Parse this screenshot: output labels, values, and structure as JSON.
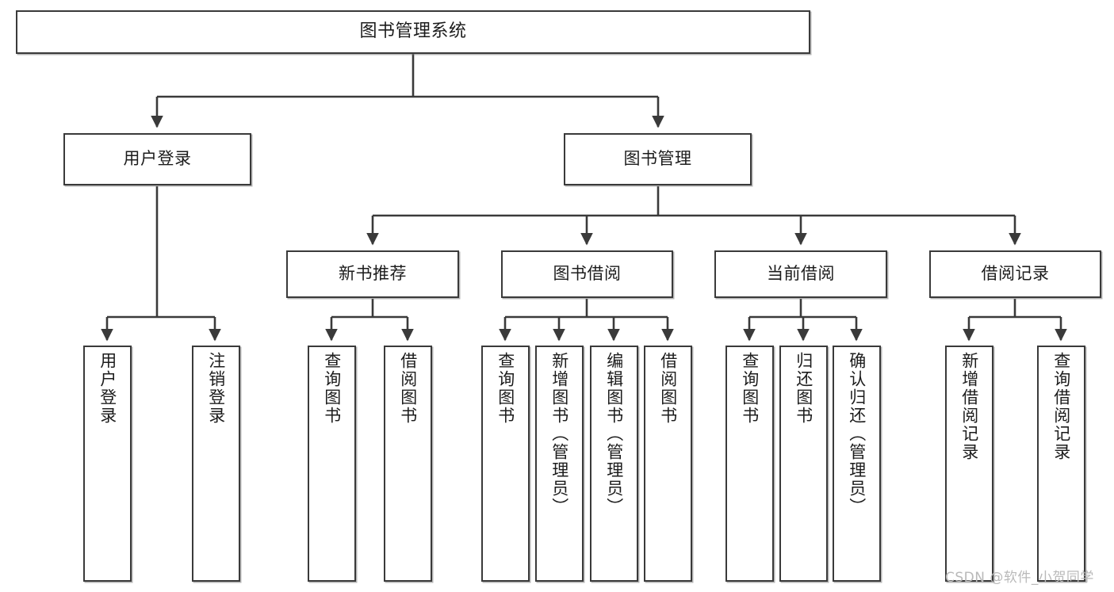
{
  "diagram": {
    "title": "图书管理系统",
    "type": "hierarchy-tree",
    "watermark": "CSDN @软件_小贺同学",
    "colors": {
      "node_border": "#3a3a3a",
      "node_fill": "#ffffff",
      "connector": "#3a3a3a",
      "text": "#1c1c1c",
      "watermark": "#b9b9b9",
      "background": "#ffffff"
    },
    "nodes": {
      "root": {
        "label": "图书管理系统"
      },
      "level2": [
        {
          "label": "用户登录"
        },
        {
          "label": "图书管理"
        }
      ],
      "level3": [
        {
          "label": "新书推荐"
        },
        {
          "label": "图书借阅"
        },
        {
          "label": "当前借阅"
        },
        {
          "label": "借阅记录"
        }
      ],
      "leaves": {
        "user_login": [
          {
            "label": "用户登录"
          },
          {
            "label": "注销登录"
          }
        ],
        "new_book_recommend": [
          {
            "label": "查询图书"
          },
          {
            "label": "借阅图书"
          }
        ],
        "book_borrow": [
          {
            "label": "查询图书"
          },
          {
            "label": "新增图书（管理员）"
          },
          {
            "label": "编辑图书（管理员）"
          },
          {
            "label": "借阅图书"
          }
        ],
        "current_borrow": [
          {
            "label": "查询图书"
          },
          {
            "label": "归还图书"
          },
          {
            "label": "确认归还（管理员）"
          }
        ],
        "borrow_record": [
          {
            "label": "新增借阅记录"
          },
          {
            "label": "查询借阅记录"
          }
        ]
      }
    }
  }
}
